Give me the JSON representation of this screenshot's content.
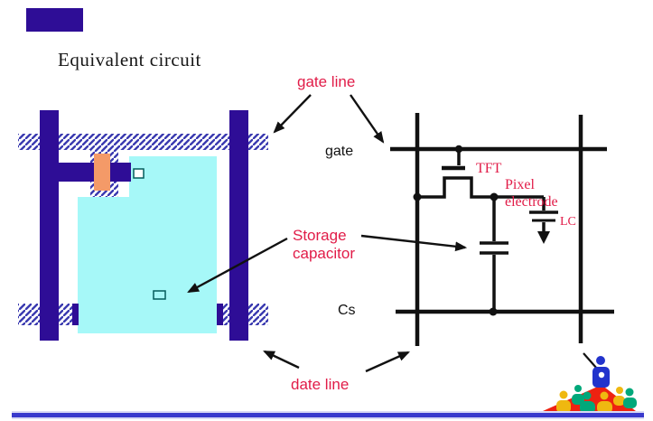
{
  "slide": {
    "title": "Equivalent circuit"
  },
  "labels": {
    "gate_line": "gate line",
    "gate": "gate",
    "tft": "TFT",
    "pixel": "Pixel",
    "electrode": "electrode",
    "lc": "LC",
    "storage": "Storage",
    "capacitor": "capacitor",
    "cs": "Cs",
    "date_line": "date line"
  },
  "colors": {
    "label_red": "#e11c48",
    "diagram_indigo": "#2e0d96",
    "hatch_blue": "#3a3ab0",
    "pixel_cyan": "#a6f8f8",
    "tft_orange": "#f49a68",
    "circuit_black": "#111111",
    "footer_line_blue": "#3939cc",
    "clipart_blue": "#2233cc",
    "clipart_red": "#ee2211",
    "clipart_yellow": "#efb810",
    "clipart_green": "#00a87a"
  },
  "icons": {
    "footer_clipart": "meeting-presentation-clipart"
  }
}
